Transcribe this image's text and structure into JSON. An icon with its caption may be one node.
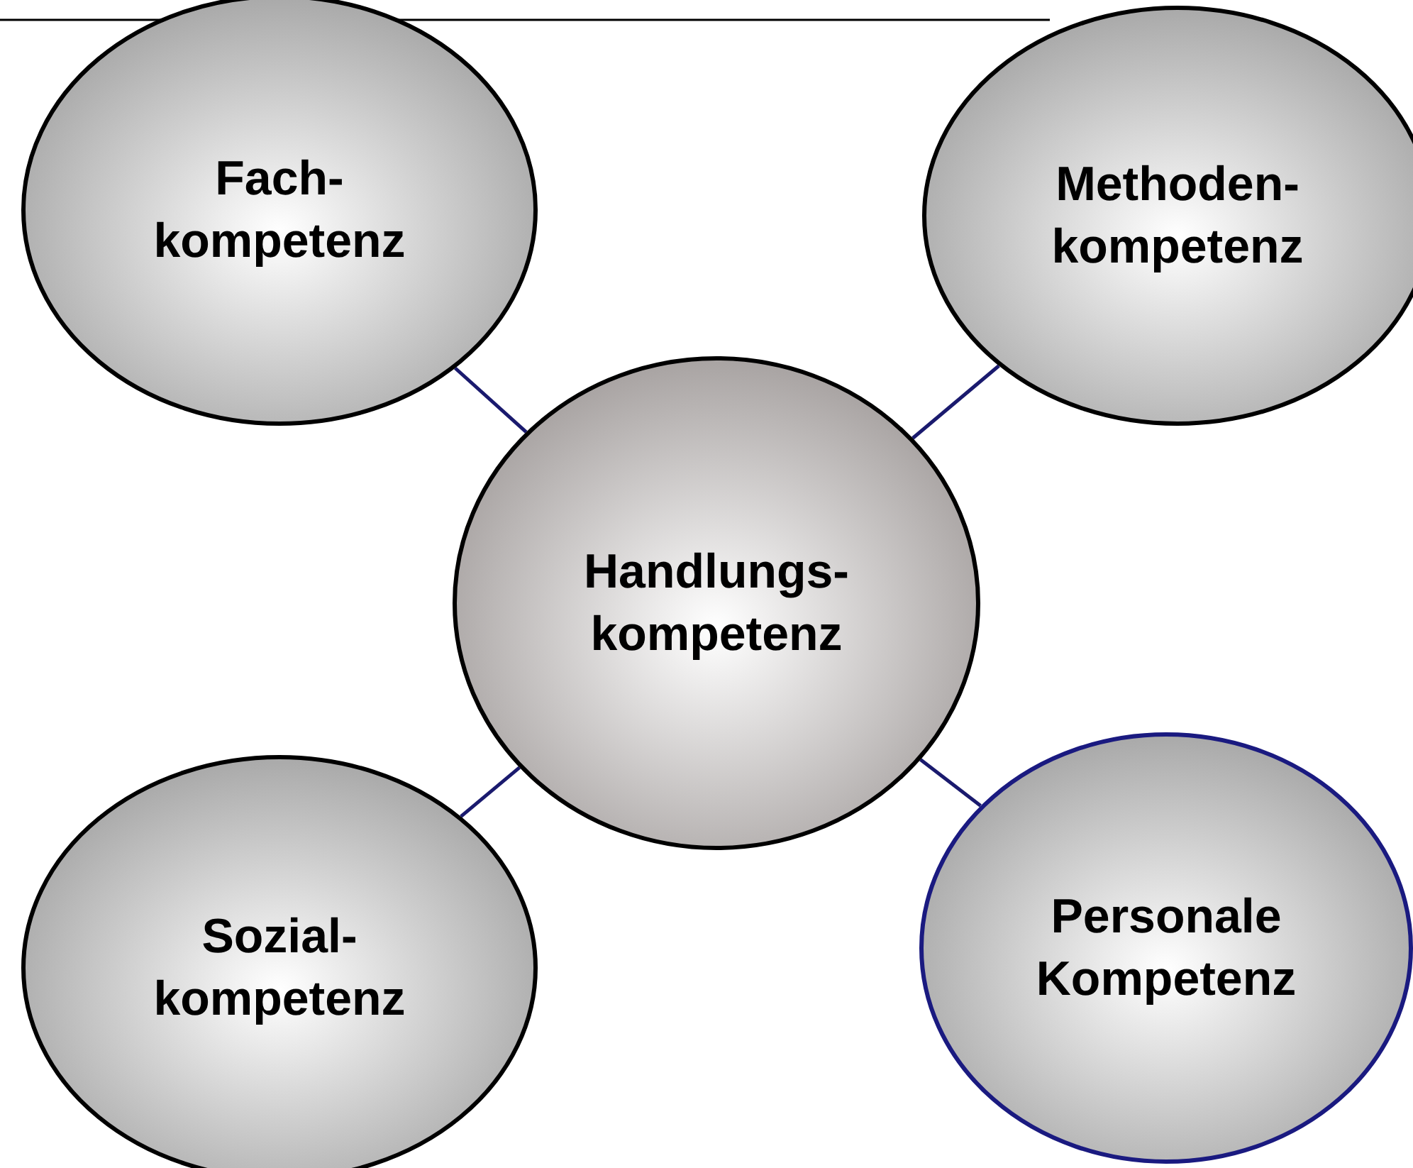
{
  "diagram": {
    "nodes": [
      {
        "text": [
          "Fach- kompetenz"
        ]
      },
      {
        "text": [
          "Methoden- kompetenz"
        ]
      },
      {
        "text": [
          "Handlungs- kompetenz"
        ]
      },
      {
        "text": [
          "Sozial- kompetenz"
        ]
      },
      {
        "text": [
          "Personale Kompetenz"
        ]
      }
    ],
    "edges": [
      {
        "from": 2,
        "to": 0,
        "arrow": "none"
      },
      {
        "from": 2,
        "to": 1,
        "arrow": "none"
      },
      {
        "from": 2,
        "to": 3,
        "arrow": "none"
      },
      {
        "from": 2,
        "to": 4,
        "arrow": "none"
      }
    ]
  }
}
